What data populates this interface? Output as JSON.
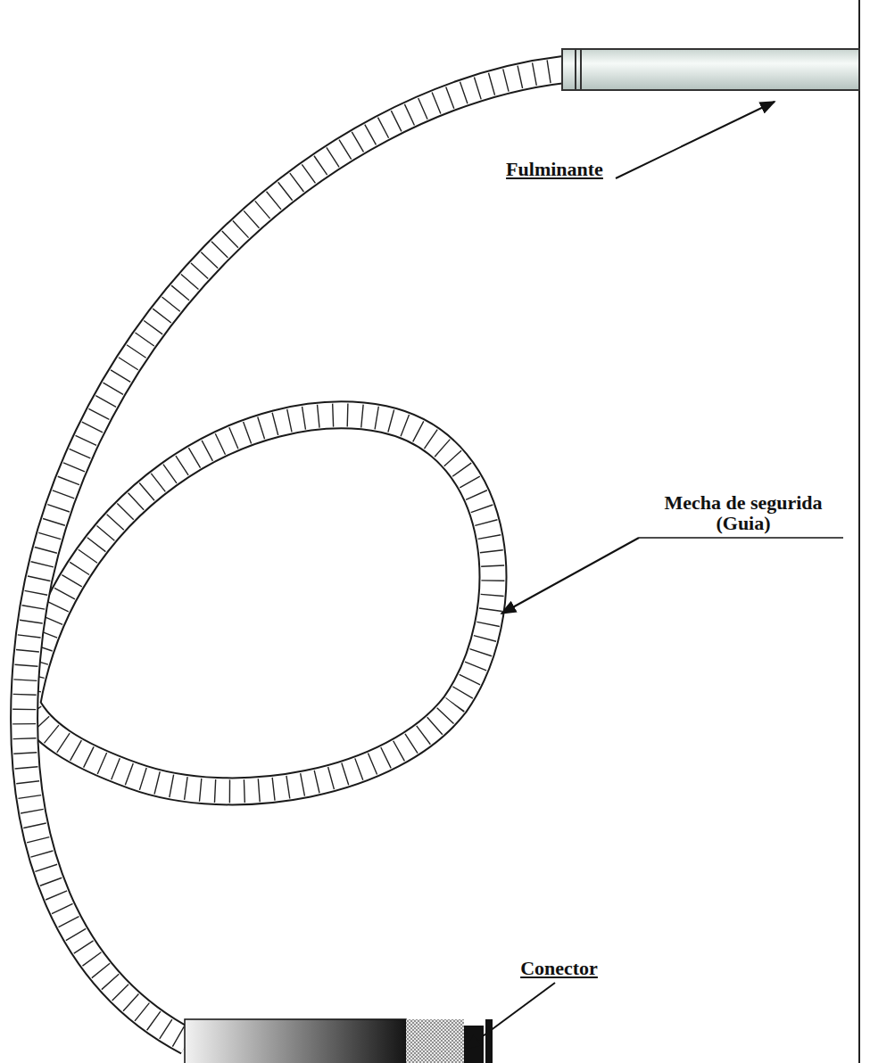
{
  "diagram": {
    "labels": [
      "Fulminante",
      "Mecha de segurida (Guia)",
      "Conector"
    ]
  }
}
